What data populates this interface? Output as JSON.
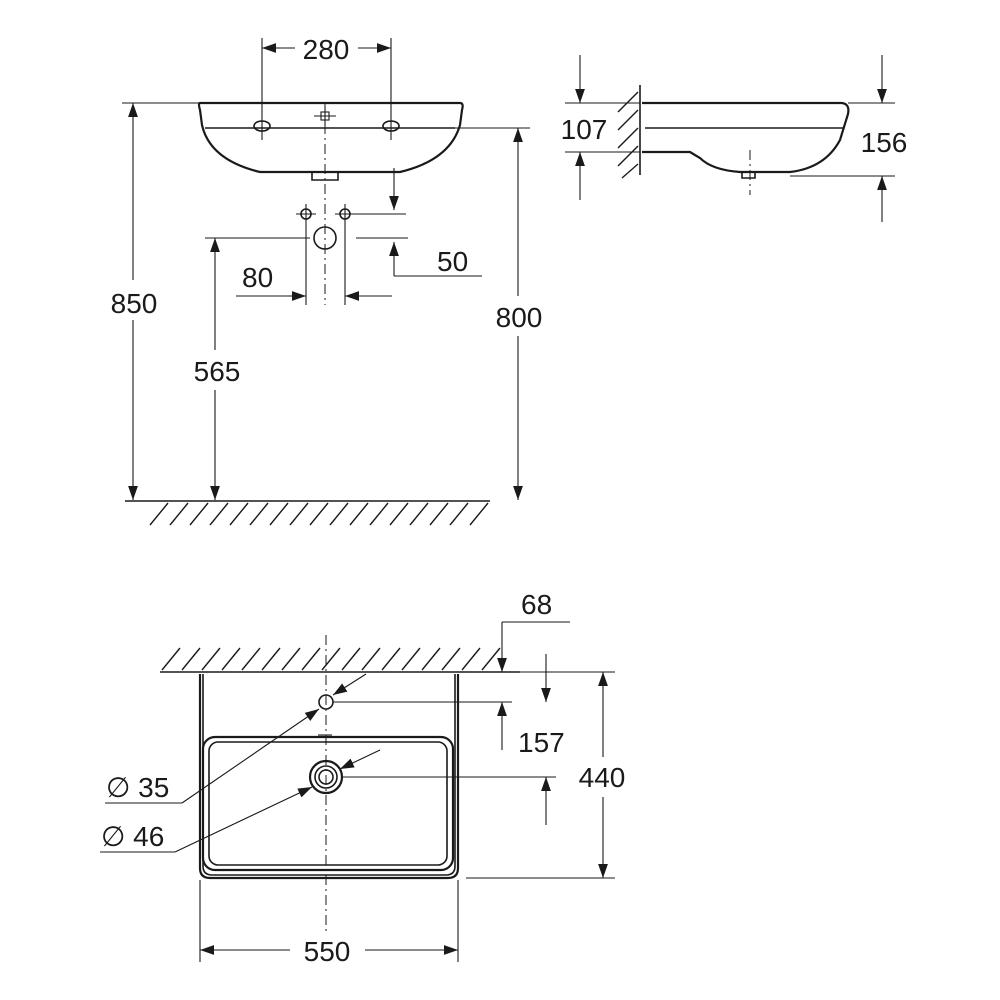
{
  "dimensions": {
    "front": {
      "tap_hole_spacing": "280",
      "total_height": "850",
      "rim_height": "800",
      "waste_height": "565",
      "supply_spacing": "80",
      "supply_offset": "50"
    },
    "side": {
      "wall_offset": "107",
      "depth": "156"
    },
    "top": {
      "wall_to_tap": "68",
      "wall_to_waste": "157",
      "projection": "440",
      "width": "550",
      "tap_hole_diameter": "∅ 35",
      "waste_diameter": "∅ 46"
    }
  }
}
